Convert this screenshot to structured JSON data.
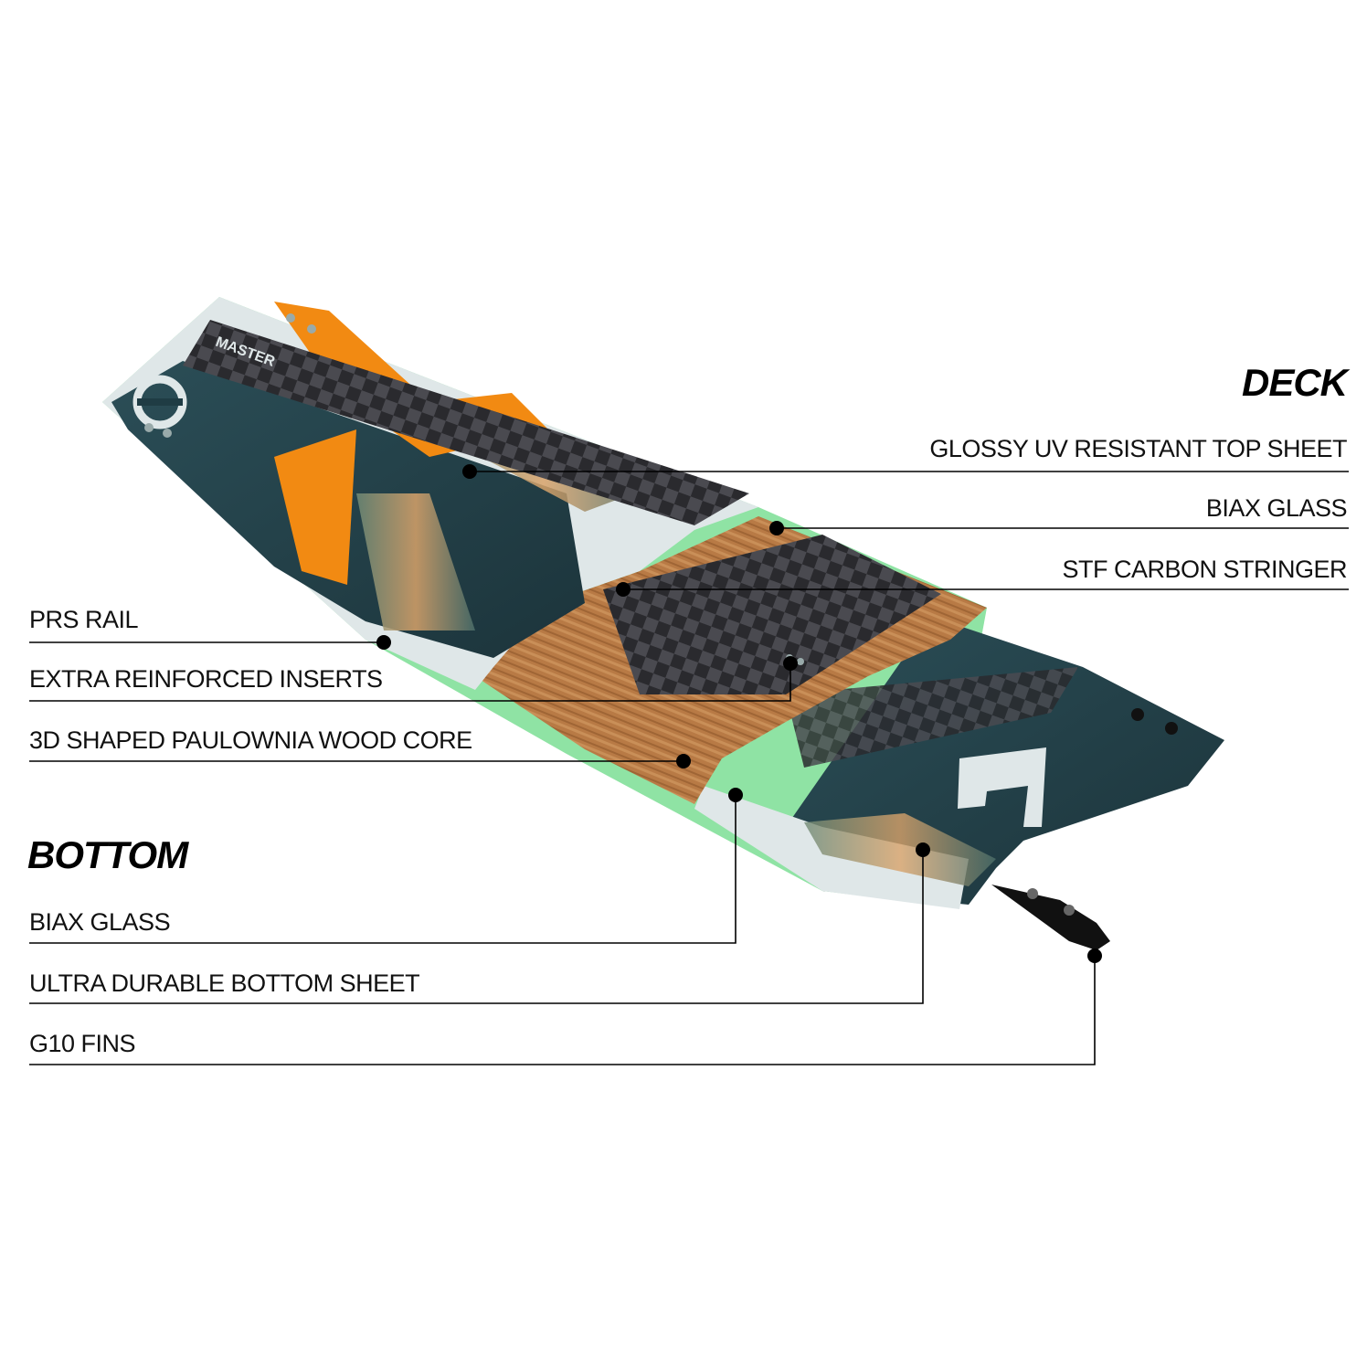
{
  "deck": {
    "heading": "DECK",
    "layers": [
      "GLOSSY UV RESISTANT TOP SHEET",
      "BIAX GLASS",
      "STF CARBON STRINGER"
    ]
  },
  "core": {
    "layers": [
      "PRS RAIL",
      "EXTRA REINFORCED INSERTS",
      "3D SHAPED PAULOWNIA WOOD CORE"
    ]
  },
  "bottom": {
    "heading": "BOTTOM",
    "layers": [
      "BIAX GLASS",
      "ULTRA DURABLE BOTTOM SHEET",
      "G10 FINS"
    ]
  },
  "board": {
    "brand_text": "MASTER",
    "colors": {
      "deck_teal": "#1f3c44",
      "orange": "#f28a12",
      "wood": "#b87a45",
      "rail_green": "#8fe3a4",
      "light_panel": "#dfe7e8"
    }
  }
}
